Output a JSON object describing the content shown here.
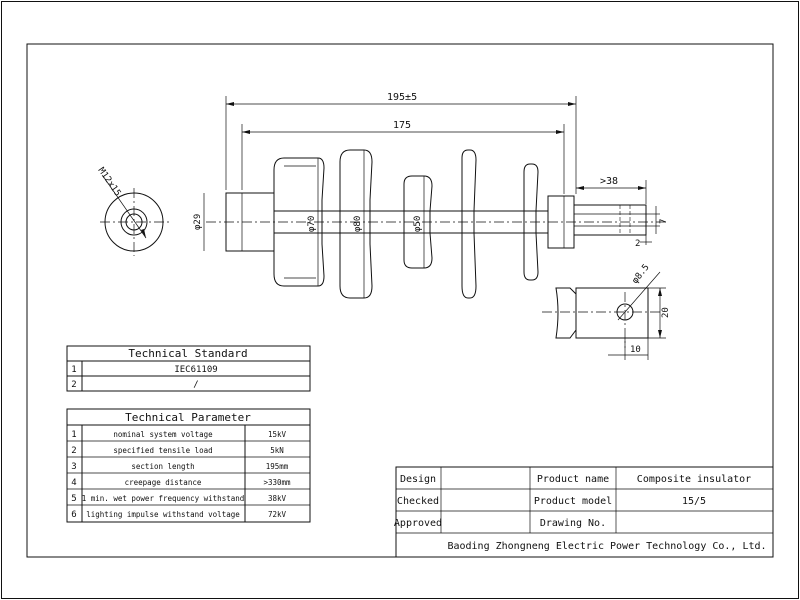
{
  "dimensions": {
    "overall": "195±5",
    "section": "175",
    "end_fitting": ">38",
    "thread": "M12x15",
    "d_rod": "φ29",
    "d_shed1": "φ70",
    "d_shed2": "φ80",
    "d_shed3": "φ50",
    "tongue_width": "7",
    "tongue_gap": "2",
    "hole": "φ8.5",
    "plate_height": "20",
    "plate_offset": "10"
  },
  "standard_table": {
    "title": "Technical Standard",
    "rows": [
      {
        "no": "1",
        "value": "IEC61109"
      },
      {
        "no": "2",
        "value": "/"
      }
    ]
  },
  "parameter_table": {
    "title": "Technical Parameter",
    "rows": [
      {
        "no": "1",
        "name": "nominal system voltage",
        "value": "15kV"
      },
      {
        "no": "2",
        "name": "specified tensile load",
        "value": "5kN"
      },
      {
        "no": "3",
        "name": "section length",
        "value": "195mm"
      },
      {
        "no": "4",
        "name": "creepage distance",
        "value": ">330mm"
      },
      {
        "no": "5",
        "name": "1 min. wet power frequency withstand",
        "value": "38kV"
      },
      {
        "no": "6",
        "name": "lighting impulse withstand voltage",
        "value": "72kV"
      }
    ]
  },
  "title_block": {
    "design_label": "Design",
    "checked_label": "Checked",
    "approved_label": "Approved",
    "product_name_label": "Product name",
    "product_name": "Composite insulator",
    "product_model_label": "Product model",
    "product_model": "15/5",
    "drawing_no_label": "Drawing No.",
    "drawing_no": "",
    "company": "Baoding Zhongneng Electric Power Technology Co., Ltd."
  }
}
